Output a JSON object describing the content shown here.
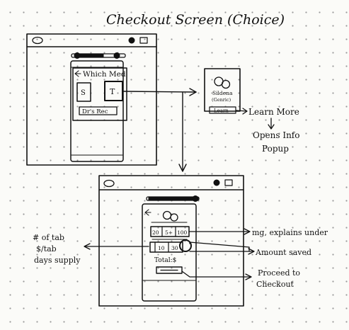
{
  "title": "Checkout Screen (Choice)",
  "top_mockup": {
    "question": "Which Med",
    "options": [
      "S",
      "T"
    ],
    "doctor_rec": "Dr's Rec"
  },
  "med_card": {
    "name_line1": "Sildena",
    "name_line2": "(Genric)",
    "button": "Learn"
  },
  "notes": {
    "learn_more": "Learn More",
    "opens_info_line1": "Opens Info",
    "opens_info_line2": "Popup",
    "mg_explains": "mg, explains under",
    "amount_saved": "Amount saved",
    "proceed_line1": "Proceed to",
    "proceed_line2": "Checkout",
    "left_line1": "# of tab",
    "left_line2": "$/tab",
    "left_line3": "days supply"
  },
  "bottom_mockup": {
    "dose_options": [
      "20",
      "5+",
      "100"
    ],
    "qty_options": [
      "10",
      "30"
    ],
    "total": "Total:$"
  }
}
